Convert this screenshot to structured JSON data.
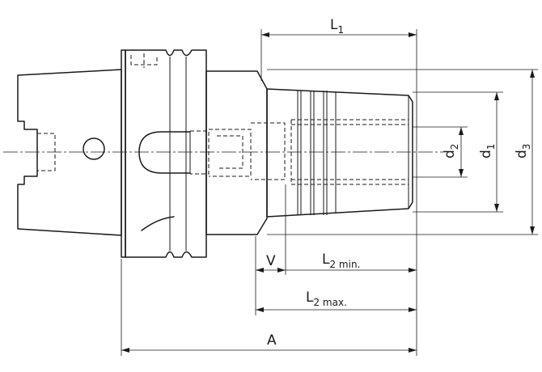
{
  "dimensions": {
    "L1": {
      "base": "L",
      "sub": "1"
    },
    "d2": {
      "base": "d",
      "sub": "2"
    },
    "d1": {
      "base": "d",
      "sub": "1"
    },
    "d3": {
      "base": "d",
      "sub": "3"
    },
    "V": {
      "base": "V"
    },
    "L2min": {
      "base": "L",
      "sub": "2 min."
    },
    "L2max": {
      "base": "L",
      "sub": "2 max."
    },
    "A": {
      "base": "A"
    }
  },
  "colors": {
    "line": "#1a1a1a",
    "background": "#ffffff"
  }
}
